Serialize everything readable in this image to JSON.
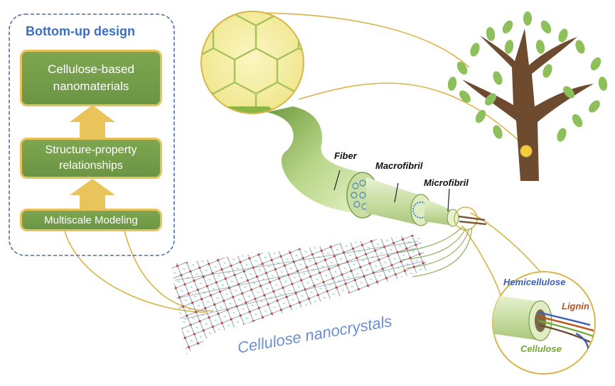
{
  "panel": {
    "title": "Bottom-up design",
    "boxes": [
      "Cellulose-based nanomaterials",
      "Structure-property relationships",
      "Multiscale Modeling"
    ]
  },
  "labels": {
    "fiber": "Fiber",
    "macrofibril": "Macrofibril",
    "microfibril": "Microfibril",
    "nanocrystals": "Cellulose nanocrystals",
    "hemicellulose": "Hemicellulose",
    "lignin": "Lignin",
    "cellulose": "Cellulose"
  },
  "colors": {
    "panel_title": "#3b6fc4",
    "panel_border": "#4a6fa8",
    "box_fill": "#76a04a",
    "box_border": "#e7c15a",
    "arrow": "#e8c45a",
    "connector": "#d8b548",
    "nanocrystal_label": "#6a8fd0",
    "hemicellulose": "#3b5fb8",
    "lignin": "#c0501c",
    "cellulose": "#76a83a",
    "leaf": "#8dbf5a",
    "trunk": "#6e4a2e"
  },
  "icons": [
    "cell-wall-icon",
    "tree-icon",
    "fiber-hierarchy-icon",
    "nanocrystal-lattice-icon",
    "fibril-zoom-icon"
  ]
}
